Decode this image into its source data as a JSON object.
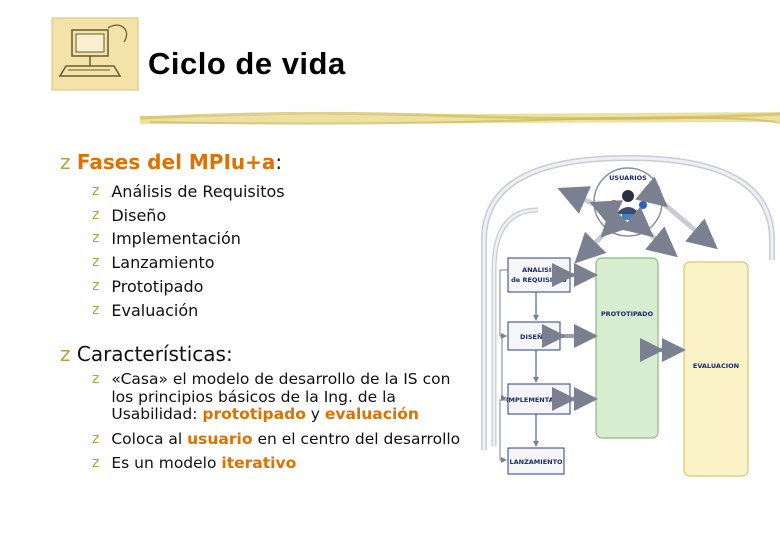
{
  "slide": {
    "title": "Ciclo de vida",
    "phases_heading_accent": "Fases del MPIu+a",
    "phases_heading_suffix": ":",
    "phases": [
      "Análisis de Requisitos",
      "Diseño",
      "Implementación",
      "Lanzamiento",
      "Prototipado",
      "Evaluación"
    ],
    "characteristics_heading": "Características:",
    "characteristics": [
      {
        "parts": [
          {
            "text": "«Casa» el modelo de desarrollo de la IS con los principios básicos de la Ing. de la Usabilidad: ",
            "highlight": false
          },
          {
            "text": "prototipado",
            "highlight": true
          },
          {
            "text": " y ",
            "highlight": false
          },
          {
            "text": "evaluación",
            "highlight": true
          }
        ]
      },
      {
        "parts": [
          {
            "text": "Coloca al ",
            "highlight": false
          },
          {
            "text": "usuario",
            "highlight": true
          },
          {
            "text": " en el centro del desarrollo",
            "highlight": false
          }
        ]
      },
      {
        "parts": [
          {
            "text": "Es un modelo ",
            "highlight": false
          },
          {
            "text": "iterativo",
            "highlight": true
          }
        ]
      }
    ],
    "bullet_glyph": "z"
  },
  "diagram": {
    "usuarios": "USUARIOS",
    "analisis_line1": "ANALISIS",
    "analisis_line2": "de REQUISITOS",
    "diseno": "DISEÑO",
    "implementacion": "IMPLEMENTACION",
    "lanzamiento": "LANZAMIENTO",
    "prototipado": "PROTOTIPADO",
    "evaluacion": "EVALUACION"
  },
  "colors": {
    "accent": "#e07000",
    "bullet": "#b8a040",
    "box_blue_border": "#2a3f8f",
    "prototipado_fill": "#d8ecd0",
    "evaluacion_fill": "#fbf3c8"
  },
  "icons": [
    "computer-logo-icon",
    "users-icon"
  ]
}
